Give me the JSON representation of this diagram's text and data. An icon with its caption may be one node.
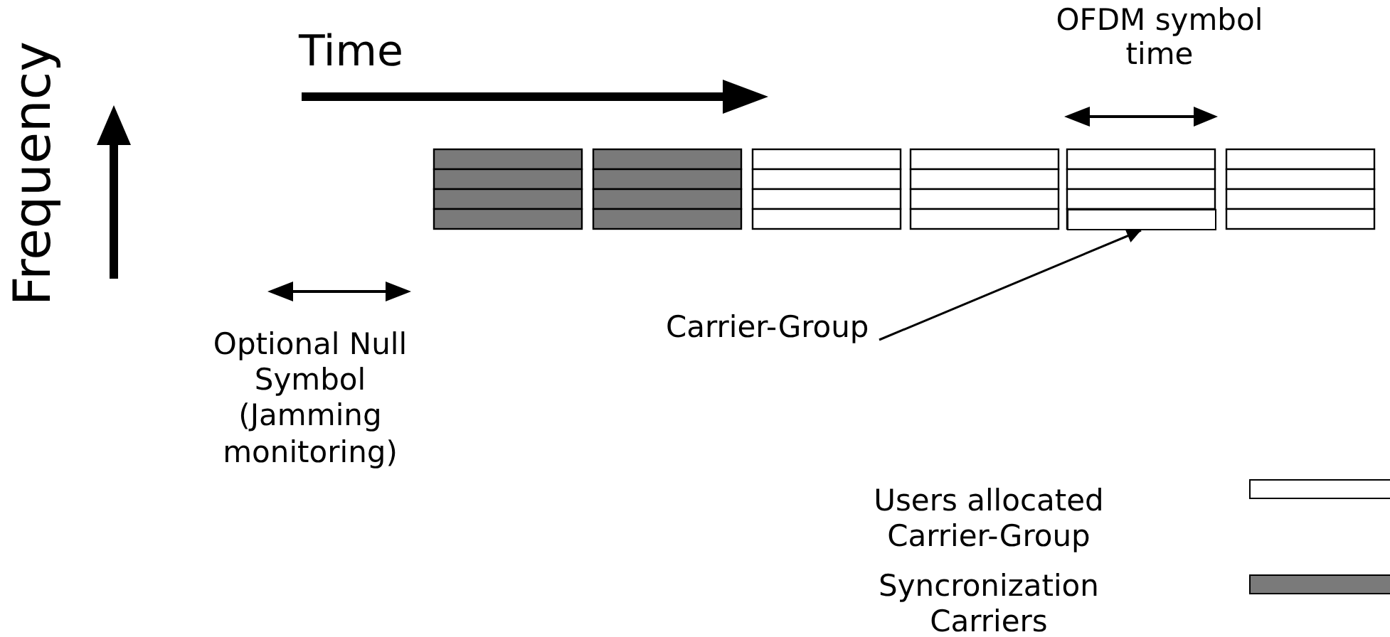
{
  "diagram": {
    "nodes": [
      {
        "text": [
          "Carrier-Group"
        ]
      },
      {
        "text": [],
        "shape": "box"
      }
    ],
    "edges": [
      {
        "from": 0,
        "to": 1,
        "arrow": "to"
      }
    ],
    "labels": [
      "Time",
      "Frequency",
      "OFDM symbol time",
      "Optional Null Symbol (Jamming monitoring)"
    ],
    "legend": [
      {
        "text": "Users allocated Carrier-Group",
        "color": "#ffffff"
      },
      {
        "text": "Syncronization Carriers",
        "color": "#7a7a7a"
      }
    ]
  }
}
